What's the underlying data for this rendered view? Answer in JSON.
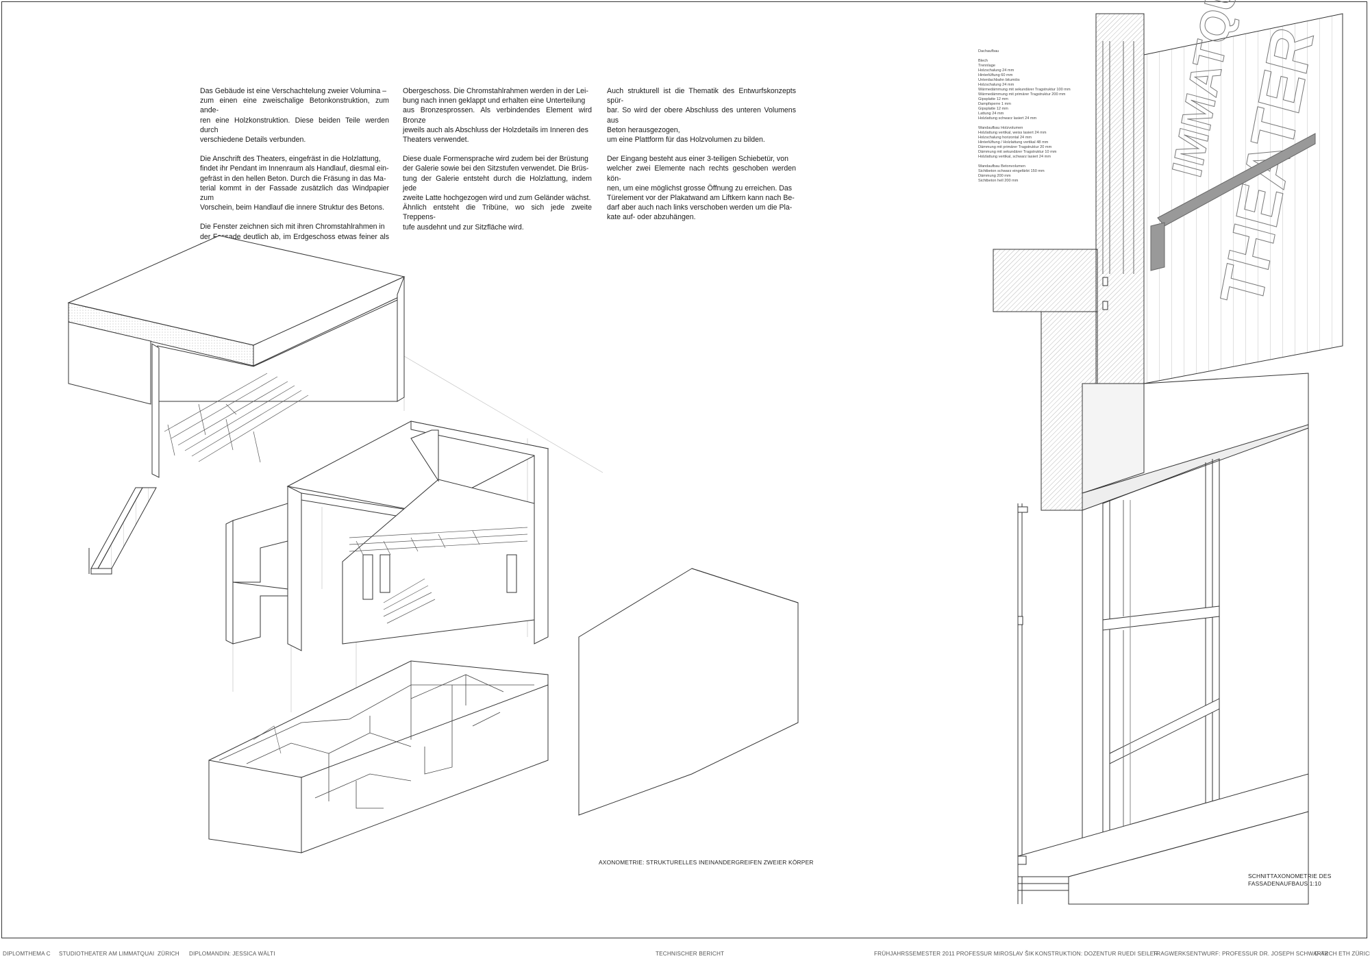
{
  "text_columns": [
    {
      "paragraphs": [
        "Das Gebäude ist eine Verschachtelung zweier Volumina –\nzum einen eine zweischalige Betonkonstruktion, zum ande-\nren eine Holzkonstruktion. Diese beiden Teile werden durch\nverschiedene Details verbunden.",
        "Die Anschrift des Theaters, eingefräst in die Holzlattung,\nfindet ihr Pendant im Innenraum als Handlauf, diesmal ein-\ngefräst in den hellen Beton. Durch die Fräsung in das Ma-\nterial kommt in der Fassade zusätzlich das Windpapier zum\nVorschein, beim Handlauf die innere Struktur des Betons.",
        "Die Fenster zeichnen sich mit ihren Chromstahlrahmen in\nder Fassade deutlich ab, im Erdgeschoss etwas feiner als im"
      ]
    },
    {
      "paragraphs": [
        "Obergeschoss. Die Chromstahlrahmen werden in der Lei-\nbung nach innen geklappt und erhalten eine Unterteilung\naus Bronzesprossen. Als verbindendes Element wird Bronze\njeweils auch als Abschluss der Holzdetails im Inneren des\nTheaters verwendet.",
        "Diese duale Formensprache wird zudem bei der Brüstung\nder Galerie sowie bei den Sitzstufen verwendet. Die Brüs-\ntung der Galerie entsteht durch die Holzlattung, indem jede\nzweite Latte hochgezogen wird und zum Geländer wächst.\nÄhnlich entsteht die Tribüne, wo sich jede zweite Treppens-\ntufe ausdehnt und zur Sitzfläche wird."
      ]
    },
    {
      "paragraphs": [
        "Auch strukturell ist die Thematik des Entwurfskonzepts spür-\nbar. So wird der obere Abschluss des unteren Volumens aus\nBeton herausgezogen,\num eine Plattform für das Holzvolumen zu bilden.",
        "Der Eingang besteht aus einer 3-teiligen Schiebetür, von\nwelcher zwei Elemente nach rechts geschoben werden kön-\nnen, um eine möglichst grosse Öffnung zu erreichen. Das\nTürelement vor der Plakatwand am Liftkern kann nach Be-\ndarf aber auch nach links verschoben werden um die Pla-\nkate auf- oder abzuhängen."
      ]
    }
  ],
  "legend_groups": [
    {
      "items": [
        "Dachaufbau"
      ]
    },
    {
      "items": [
        "Blech",
        "Trennlage",
        "Holzschalung 24 mm",
        "Hinterlüftung 60 mm",
        "Unterdachbahn bitumiös",
        "Holzschalung 24 mm",
        "Wärmedämmung mit sekundärer Tragstruktur 100 mm",
        "Wärmedämmung mit primärer Tragstruktur 200 mm",
        "Gipsplatte 12 mm",
        "Dampfsperre 1 mm",
        "Gipsplatte 12 mm",
        "Lattung 24 mm",
        "Holzlattung schwarz lasiert 24 mm"
      ]
    },
    {
      "items": [
        "Wandaufbau Holzvolumen",
        "Holzlattung vertikal, weiss lasiert 24 mm",
        "Holzschalung horizontal 24 mm",
        "Hinterlüftung / Holzlattung vertikal 48 mm",
        "Dämmung mit primärer Tragstruktur 20 mm",
        "Dämmung mit sekundärer Tragstruktur 10 mm",
        "Holzlattung vertikal, schwarz lasiert 24 mm"
      ]
    },
    {
      "items": [
        "Wandaufbau Betonvolumen",
        "Sichtbeton schwarz eingefärbt 150 mm",
        "Dämmung 200 mm",
        "Sichtbeton hell 200 mm"
      ]
    }
  ],
  "facade_lettering": {
    "line1": "IMMATQUAI",
    "line2": "THEATER"
  },
  "captions": {
    "axonometrie": "AXONOMETRIE:    STRUKTURELLES INEINANDERGREIFEN ZWEIER KÖRPER",
    "schnitt_line1": "SCHNITTAXONOMETRIE DES",
    "schnitt_line2": "FASSADENAUFBAUS    1:10"
  },
  "footer": {
    "items": [
      "DIPLOMTHEMA C",
      "STUDIOTHEATER AM LIMMATQUAI",
      "ZÜRICH",
      "DIPLOMANDIN: JESSICA WÄLTI",
      "TECHNISCHER BERICHT",
      "FRÜHJAHRSSEMESTER 2011",
      "PROFESSUR MIROSLAV ŠIK",
      "KONSTRUKTION: DOZENTUR RUEDI SEILER",
      "TRAGWERKSENTWURF: PROFESSUR DR. JOSEPH SCHWARTZ",
      "D-ARCH ETH ZÜRICH"
    ]
  },
  "colors": {
    "ink": "#222222",
    "line": "#333333",
    "hatch": "#777777",
    "paper": "#ffffff"
  }
}
